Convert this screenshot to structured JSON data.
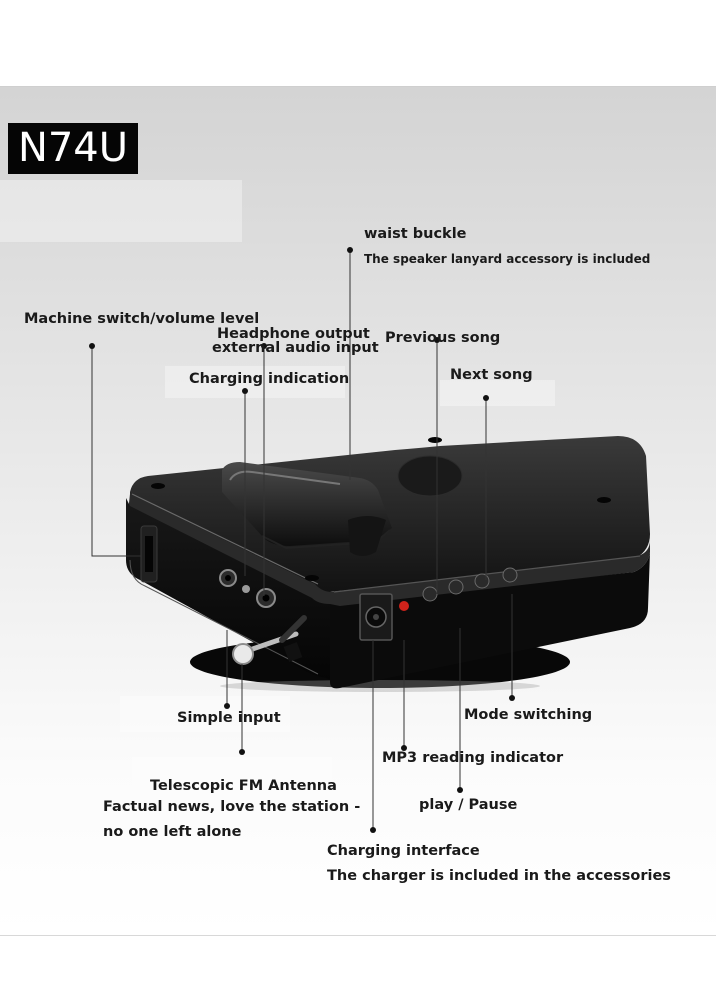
{
  "product": {
    "model": "N74U"
  },
  "callouts": {
    "waist_buckle": "waist buckle",
    "lanyard_note": "The speaker lanyard accessory is included",
    "machine_switch": "Machine switch/volume level",
    "headphone_output": "Headphone output",
    "external_audio_input": "external audio input",
    "previous_song": "Previous song",
    "charging_indication": "Charging indication",
    "next_song": "Next song",
    "simple_input": "Simple input",
    "mode_switching": "Mode switching",
    "mp3_indicator": "MP3 reading indicator",
    "fm_antenna": "Telescopic FM Antenna",
    "fm_slogan_line1": "Factual news, love the station -",
    "fm_slogan_line2": "no one left alone",
    "play_pause": "play / Pause",
    "charging_interface": "Charging interface",
    "charger_note": "The charger is included in the accessories"
  }
}
